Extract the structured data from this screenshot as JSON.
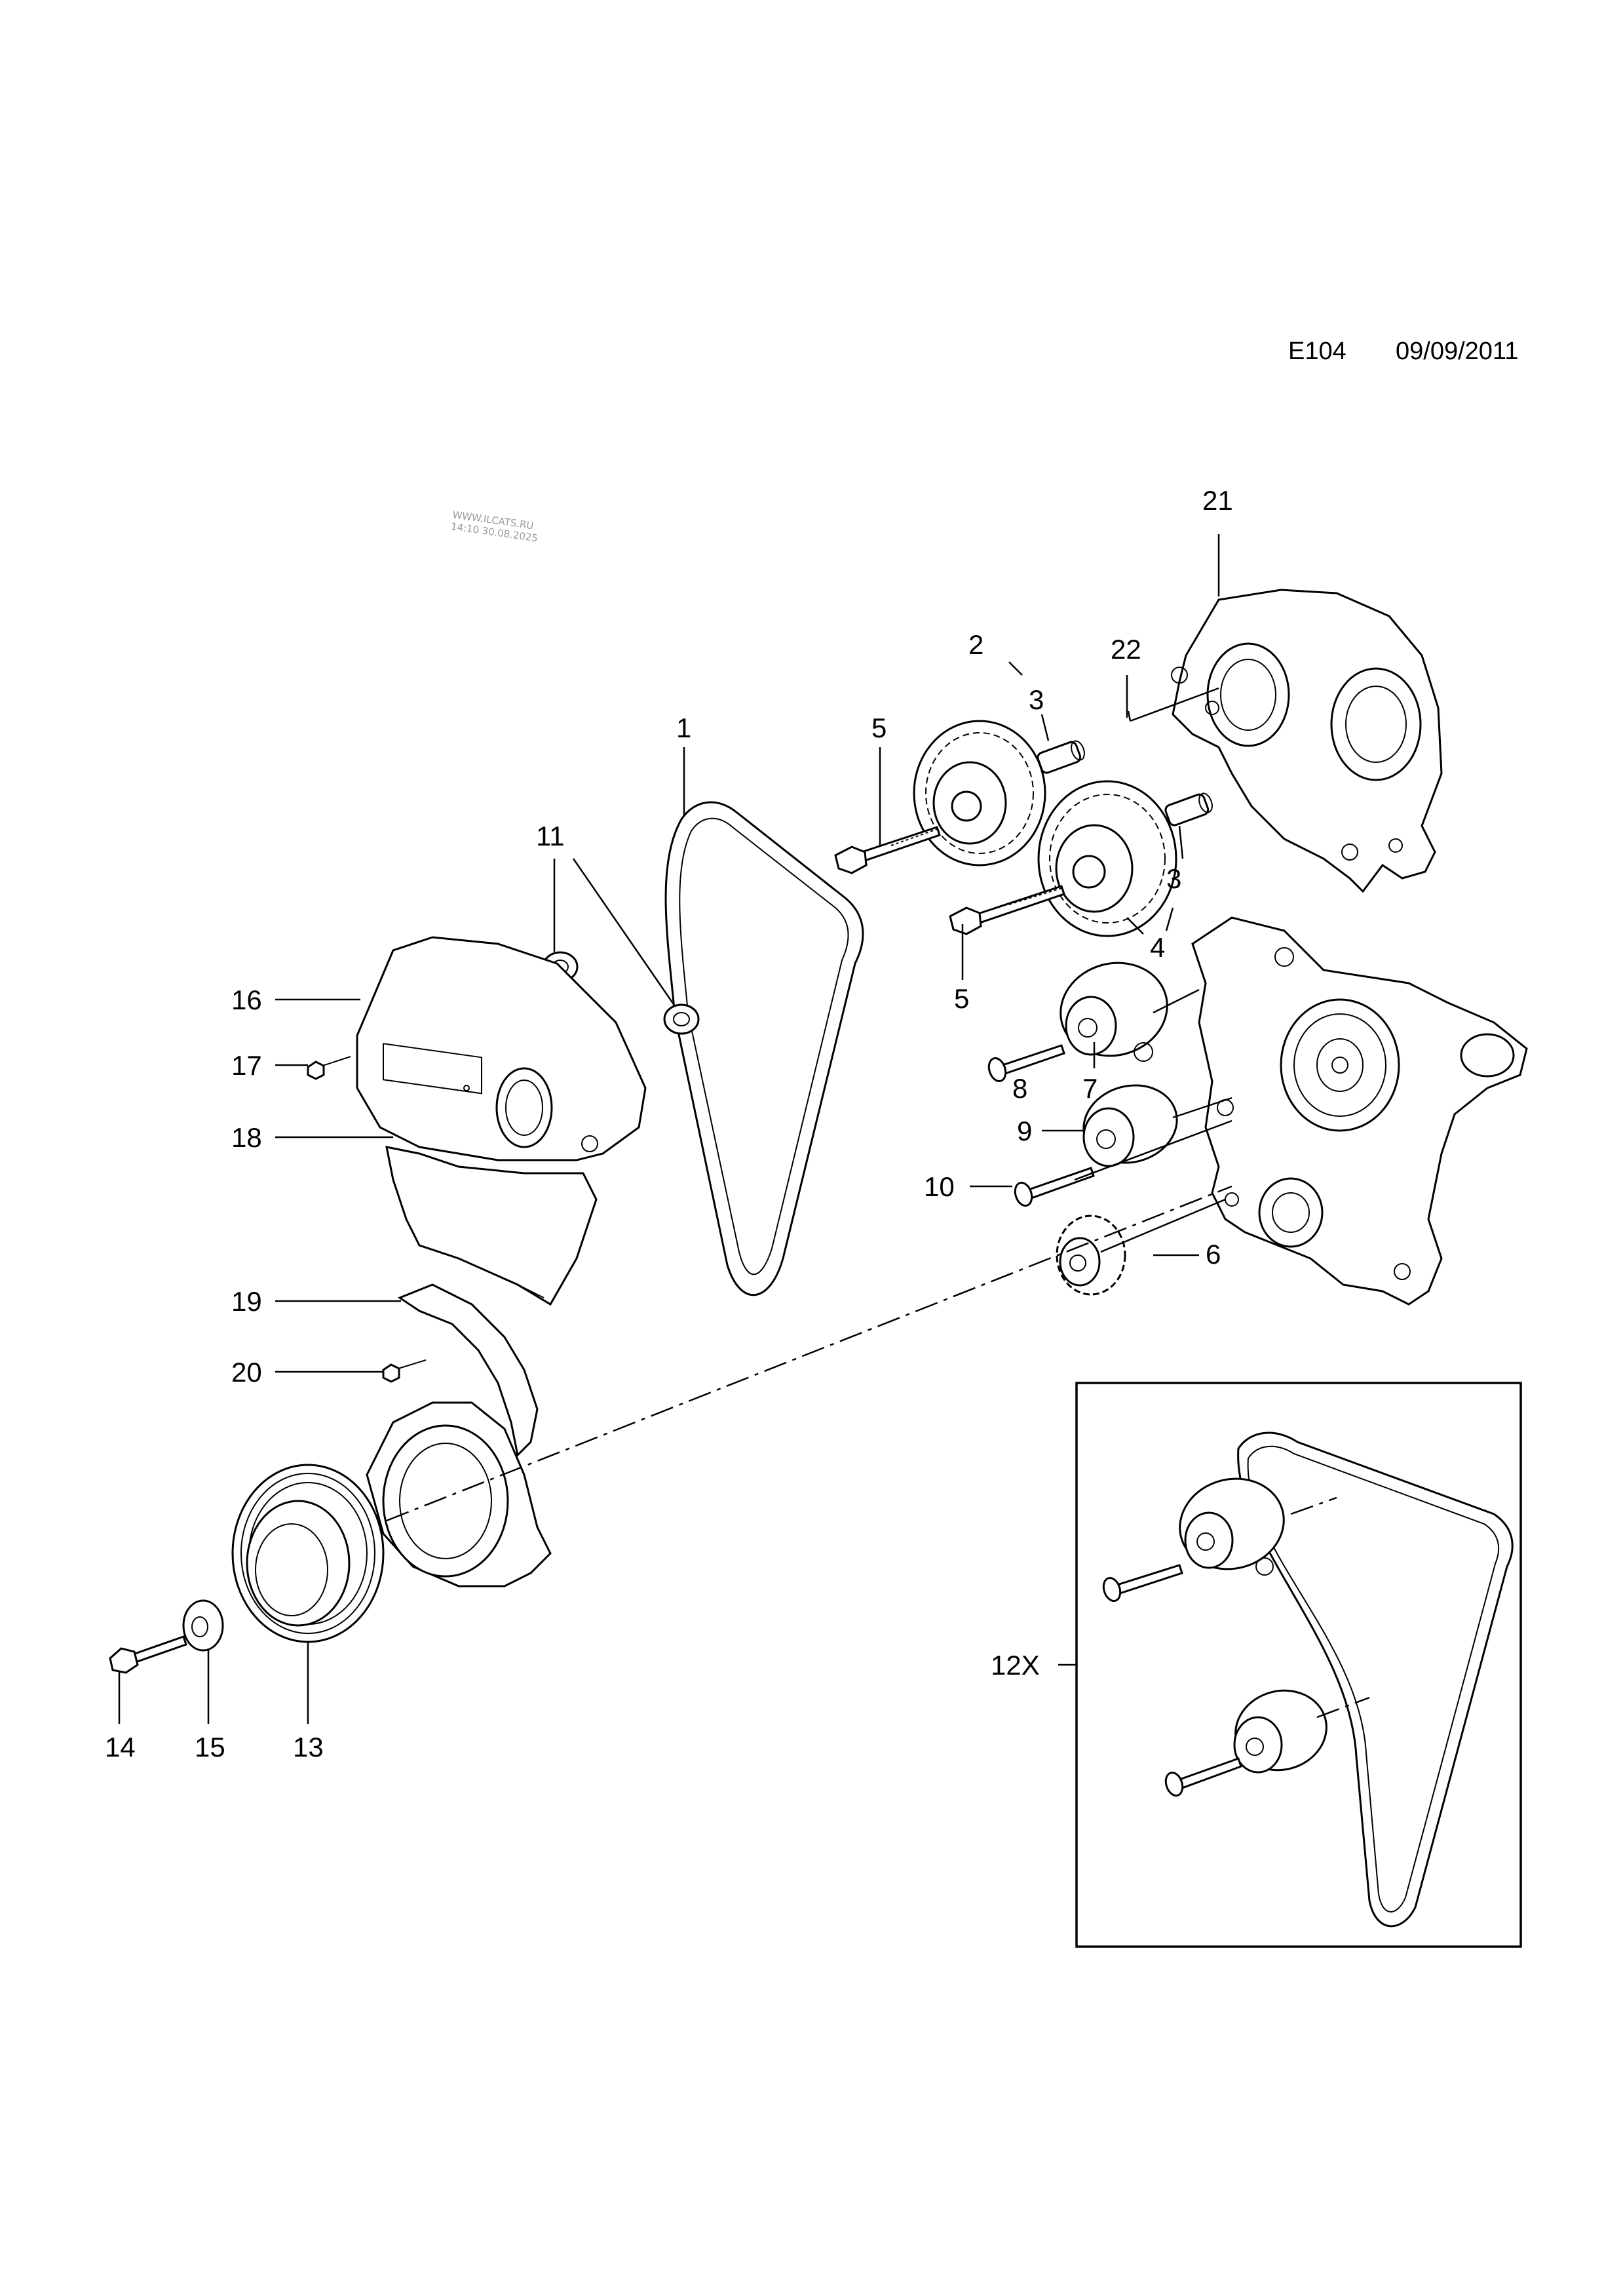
{
  "header": {
    "code": "E104",
    "date": "09/09/2011"
  },
  "watermark": {
    "line1": "WWW.ILCATS.RU",
    "line2": "14:10 30.08.2025"
  },
  "callouts": {
    "c1": "1",
    "c2": "2",
    "c3a": "3",
    "c3b": "3",
    "c4": "4",
    "c5a": "5",
    "c5b": "5",
    "c6": "6",
    "c7": "7",
    "c8": "8",
    "c9": "9",
    "c10": "10",
    "c11": "11",
    "c12x": "12X",
    "c13": "13",
    "c14": "14",
    "c15": "15",
    "c16": "16",
    "c17": "17",
    "c18": "18",
    "c19": "19",
    "c20": "20",
    "c21": "21",
    "c22": "22"
  }
}
